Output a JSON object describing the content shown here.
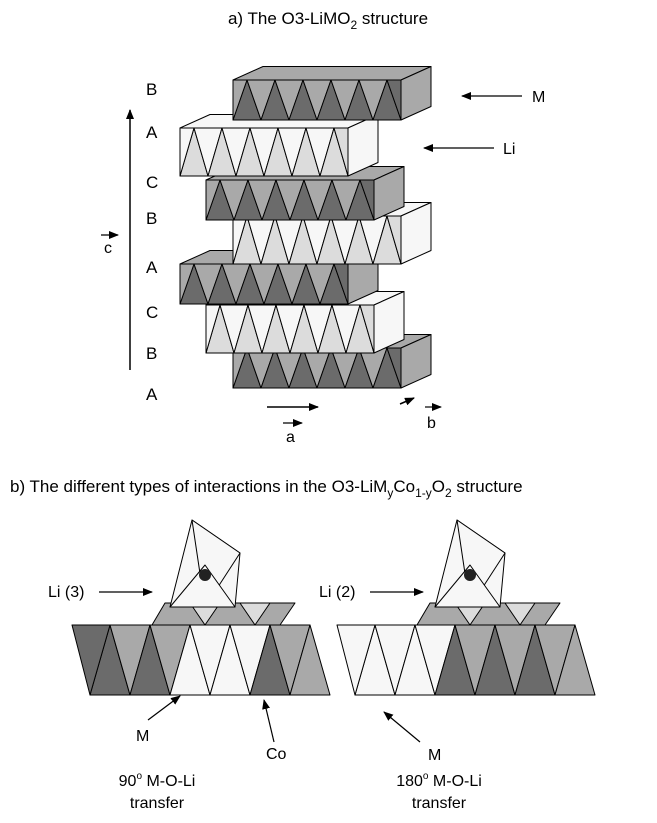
{
  "figure": {
    "part_a": {
      "title_main": "a) The O3-LiMO",
      "title_sub": "2",
      "title_end": " structure",
      "stacking_letters": [
        "B",
        "A",
        "C",
        "B",
        "A",
        "C",
        "B",
        "A"
      ],
      "axis_c": "c",
      "axis_a": "a",
      "axis_b": "b",
      "label_m": "M",
      "label_li": "Li"
    },
    "part_b": {
      "title_1": "b) The different types of interactions in the O3-LiM",
      "title_sub_y": "y",
      "title_2": "Co",
      "title_sub_1y": "1-y",
      "title_3": "O",
      "title_sub_2": "2",
      "title_4": " structure",
      "left": {
        "li_label": "Li (3)",
        "m_label": "M",
        "co_label": "Co",
        "caption_deg": "90",
        "caption_rest": " M-O-Li",
        "caption_line2": "transfer"
      },
      "right": {
        "li_label": "Li (2)",
        "m_label": "M",
        "caption_deg": "180",
        "caption_rest": " M-O-Li",
        "caption_line2": "transfer"
      }
    }
  }
}
